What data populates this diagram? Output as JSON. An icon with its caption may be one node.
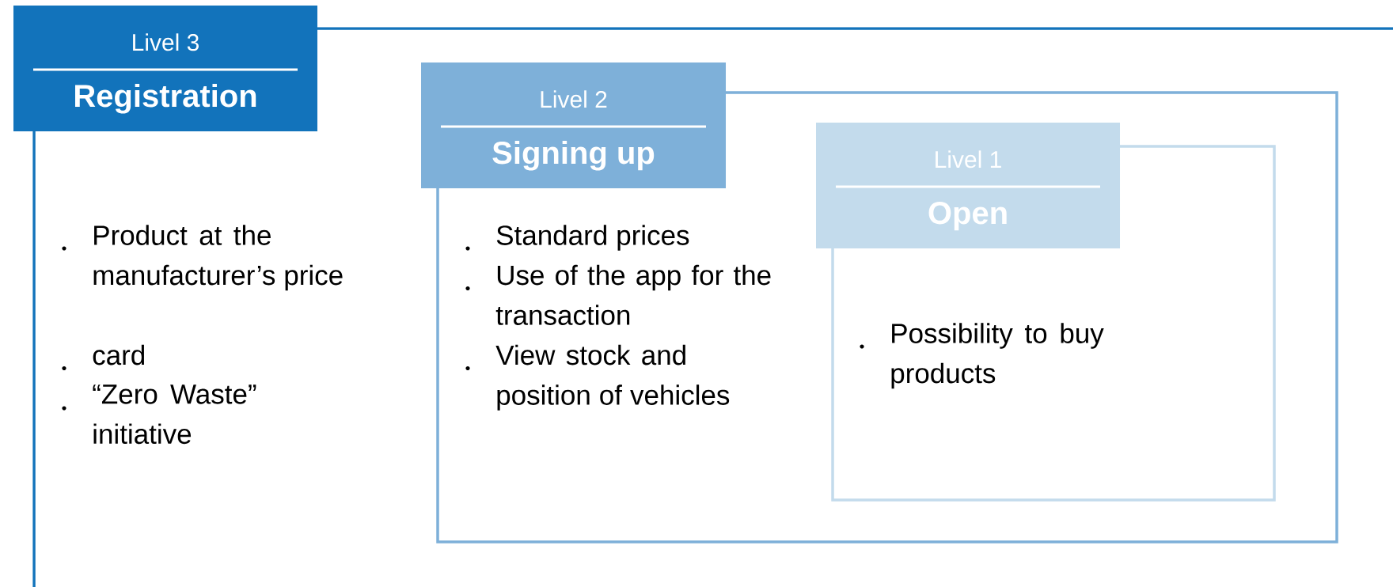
{
  "diagram": {
    "nodes": [
      {
        "text": [
          "Livel 3",
          "Registration",
          "Product at the manufacturer’s price",
          "card",
          "“Zero Waste” initiative"
        ]
      },
      {
        "text": [
          "Livel 2",
          "Signing up",
          "Standard prices",
          "Use of the app for the transaction",
          "View stock and position of vehicles"
        ],
        "in": 0
      },
      {
        "text": [
          "Livel 1",
          "Open",
          "Possibility to buy products"
        ],
        "in": 1
      }
    ]
  }
}
